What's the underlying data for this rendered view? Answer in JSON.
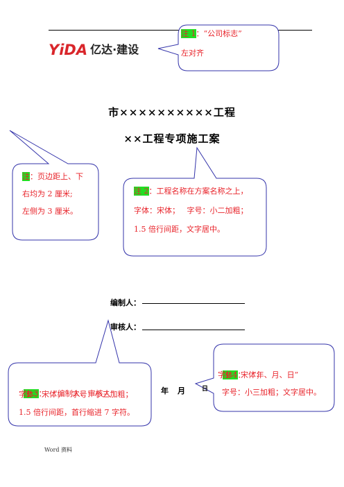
{
  "header": {
    "logo_mark": "YiDA",
    "logo_text": "亿达·建设"
  },
  "title": {
    "line1": "市××××××××××工程",
    "line2": "××工程专项施工案"
  },
  "fields": {
    "editor_label": "编制人：",
    "reviewer_label": "审核人："
  },
  "date": {
    "year": "年",
    "month": "月",
    "day": "日"
  },
  "notes": {
    "note1": {
      "tag": "注 1",
      "line1_rest": "：“公司标志”",
      "line2": "左对齐"
    },
    "margin": {
      "tag": "注",
      "line1_rest": "：页边距上、下",
      "line2": "右均为 2 厘米;",
      "line3": "左侧为 3 厘米。"
    },
    "note2": {
      "tag": "注 2",
      "line1_rest": "：工程名称在方案名称之上，",
      "line2": "字体：宋体；   字号：小二加粗；",
      "line3": "1.5 倍行间距，文字居中。"
    },
    "note3": {
      "tag": "注 3",
      "line1_rest": "：   “编制人、审核人”",
      "line2": "字体：宋体；   字号：小三加粗；",
      "line3": "1.5 倍行间距，首行缩进 7 字符。"
    },
    "note4": {
      "tag": "注 4",
      "line1_rest": "：   “年、月、日”",
      "line2": "字体：宋体；",
      "line3": "字号：小三加粗；文字居中。"
    }
  },
  "footer": {
    "text": "Word 资料"
  }
}
